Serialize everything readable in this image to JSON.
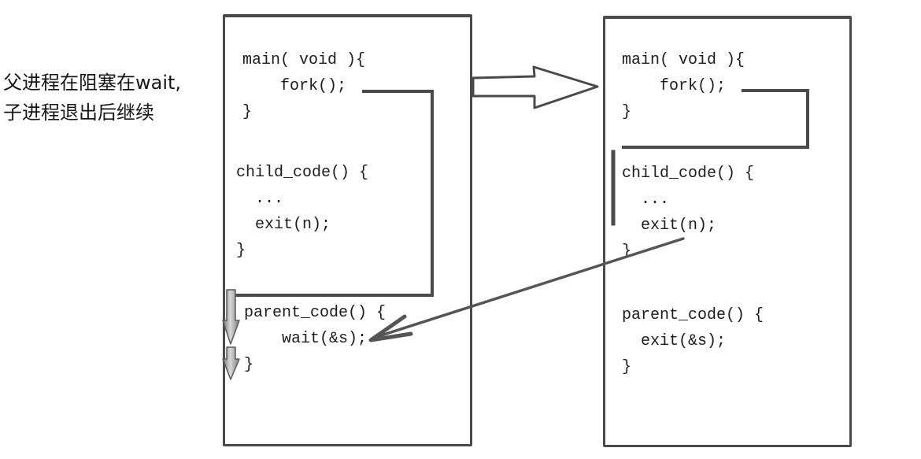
{
  "annotation": {
    "line1": "父进程在阻塞在wait,",
    "line2": "子进程退出后继续"
  },
  "left_box": {
    "main_block": [
      "main( void ){",
      "    fork();",
      "}"
    ],
    "child_block": [
      "child_code() {",
      "  ...",
      "  exit(n);",
      "}"
    ],
    "parent_block": [
      "parent_code() {",
      "    wait(&s);",
      "}"
    ]
  },
  "right_box": {
    "main_block": [
      "main( void ){",
      "    fork();",
      "}"
    ],
    "child_block": [
      "child_code() {",
      "  ...",
      "  exit(n);",
      "}"
    ],
    "parent_block": [
      "parent_code() {",
      "  exit(&s);",
      "}"
    ]
  },
  "icons": {
    "flow_arrow": "hollow-right-arrow",
    "fork_branch_left": "l-shaped-connector",
    "fork_branch_right": "loop-connector",
    "exit_to_wait": "diagonal-arrow-to-lower-left",
    "parent_blocked": "small-down-arrows"
  },
  "colors": {
    "background": "#ffffff",
    "line": "#4a4a4a",
    "text": "#1c1c1c",
    "arrow_fill_light": "#d9d9d9",
    "arrow_fill_dark": "#6f6f6f"
  }
}
